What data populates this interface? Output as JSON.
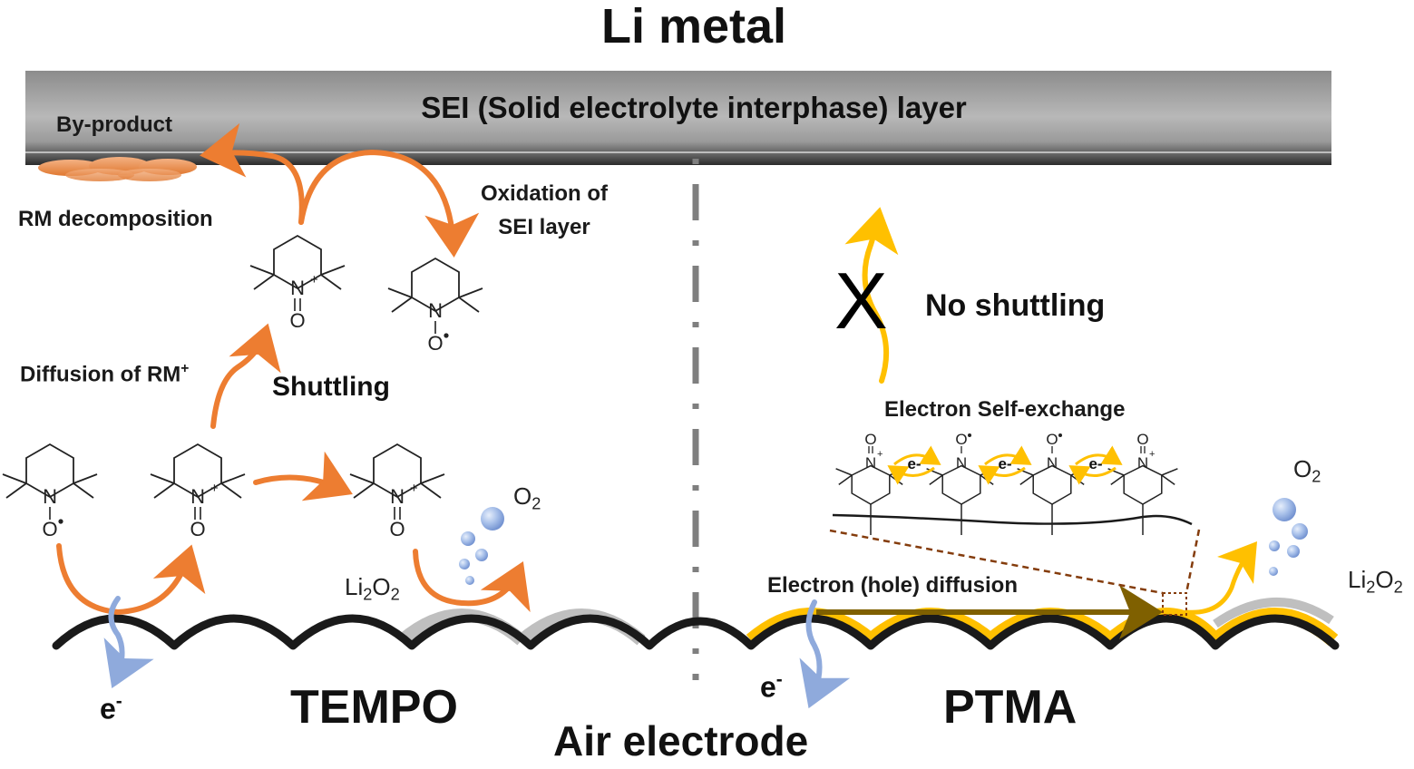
{
  "labels": {
    "li_metal": "Li metal",
    "sei_layer": "SEI (Solid electrolyte interphase) layer",
    "by_product": "By-product",
    "rm_decomposition": "RM decomposition",
    "oxidation_line1": "Oxidation of",
    "oxidation_line2": "SEI layer",
    "diffusion_rm": "Diffusion of RM",
    "diffusion_rm_sup": "+",
    "shuttling": "Shuttling",
    "no_shuttling": "No shuttling",
    "x_mark": "X",
    "electron_self_exchange": "Electron Self-exchange",
    "electron_hole_diffusion": "Electron (hole) diffusion",
    "o2_left": "O",
    "o2_left_sub": "2",
    "o2_right": "O",
    "o2_right_sub": "2",
    "li2o2_left_a": "Li",
    "li2o2_left_s1": "2",
    "li2o2_left_b": "O",
    "li2o2_left_s2": "2",
    "li2o2_right_a": "Li",
    "li2o2_right_s1": "2",
    "li2o2_right_b": "O",
    "li2o2_right_s2": "2",
    "e_left": "e",
    "e_left_sup": "-",
    "e_right": "e",
    "e_right_sup": "-",
    "tempo": "TEMPO",
    "ptma": "PTMA",
    "air_electrode": "Air electrode",
    "e_chip": "e-"
  },
  "colors": {
    "orange": "#ed7d31",
    "yellow": "#ffc000",
    "blue": "#8faadc",
    "gray_li2o2": "#bfbfbf",
    "electrode": "#1a1a1a",
    "olive_arrow": "#7f6000",
    "brown_dash": "#843c0c"
  }
}
